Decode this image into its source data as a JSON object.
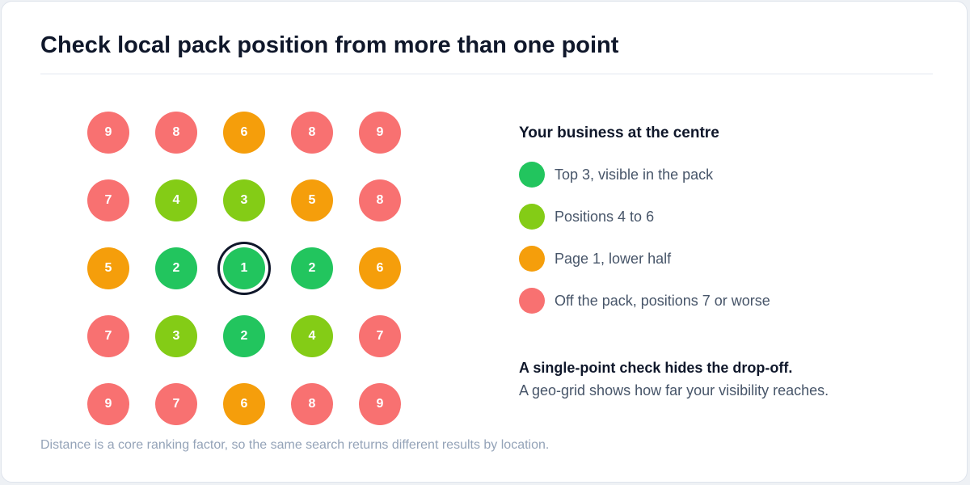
{
  "title": "Check local pack position from more than one point",
  "colors": {
    "top3": "#22c55e",
    "mid": "#84cc16",
    "lower": "#f59e0b",
    "off": "#f87171",
    "center_ring": "#0f172a"
  },
  "grid": {
    "rows": [
      [
        9,
        8,
        6,
        8,
        9
      ],
      [
        7,
        4,
        3,
        5,
        8
      ],
      [
        5,
        2,
        1,
        2,
        6
      ],
      [
        7,
        3,
        2,
        4,
        7
      ],
      [
        9,
        7,
        6,
        8,
        9
      ]
    ],
    "center": {
      "row": 2,
      "col": 2
    }
  },
  "legend": {
    "title": "Your business at the centre",
    "items": [
      {
        "label": "Top 3, visible in the pack",
        "color": "#22c55e"
      },
      {
        "label": "Positions 4 to 6",
        "color": "#84cc16"
      },
      {
        "label": "Page 1, lower half",
        "color": "#f59e0b"
      },
      {
        "label": "Off the pack, positions 7 or worse",
        "color": "#f87171"
      }
    ]
  },
  "note": {
    "heading": "A single-point check hides the drop-off.",
    "body": "A geo-grid shows how far your visibility reaches."
  },
  "footnote": "Distance is a core ranking factor, so the same search returns different results by location."
}
